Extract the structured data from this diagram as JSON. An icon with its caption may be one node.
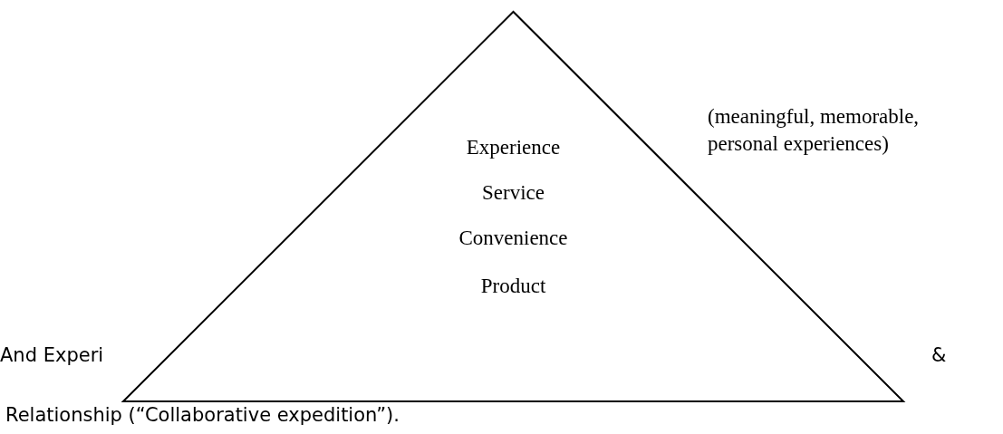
{
  "diagram": {
    "nodes": [
      {
        "text": [
          "Experience",
          "Service",
          "Convenience",
          "Product"
        ],
        "beside": [
          "(meaningful, memorable, personal experiences)"
        ]
      }
    ],
    "labels": [
      "And Experi",
      "&",
      "Relationship (“Collaborative expedition”)."
    ]
  }
}
